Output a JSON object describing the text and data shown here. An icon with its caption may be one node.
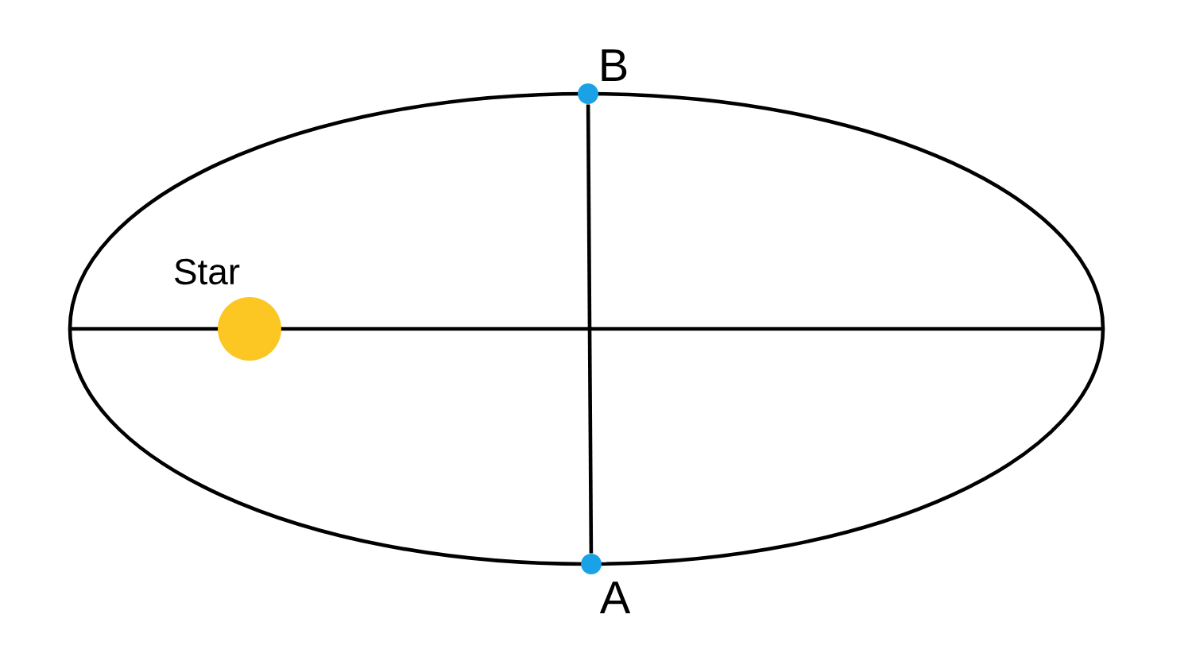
{
  "diagram": {
    "nodes": [
      {
        "text": [],
        "shape": "circle",
        "beside": [
          "B"
        ]
      },
      {
        "text": [],
        "shape": "circle",
        "beside": [
          "Star"
        ]
      },
      {
        "text": [],
        "shape": "circle",
        "beside": [
          "A"
        ]
      }
    ],
    "edges": [
      {
        "from": 0,
        "to": 2,
        "arrow": "none"
      }
    ]
  }
}
